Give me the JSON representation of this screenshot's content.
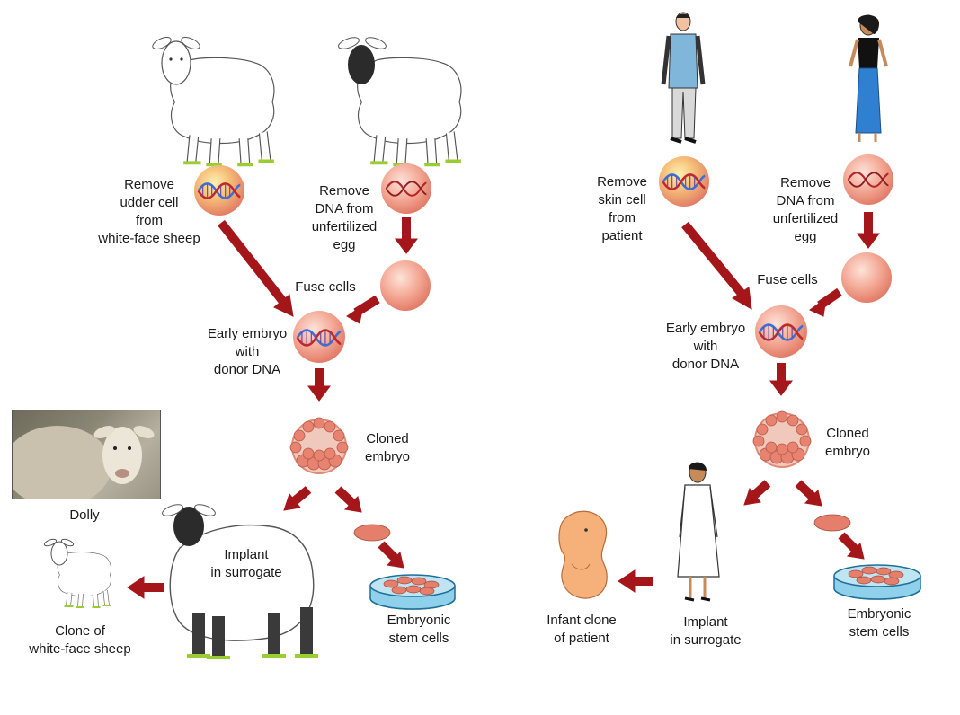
{
  "colors": {
    "arrow": "#a4161a",
    "cell_fill": "#f2a38e",
    "cell_dark": "#e57f6b",
    "dna_blue": "#3d6fd6",
    "dna_red": "#c0282c",
    "grass": "#9acd32"
  },
  "icons": [
    "dna-icon",
    "arrow-icon",
    "sheep-icon",
    "person-icon",
    "petri-dish-icon"
  ],
  "sheep_side": {
    "remove_udder_cell": "Remove\nudder cell\nfrom\nwhite-face sheep",
    "remove_dna": "Remove\nDNA from\nunfertilized\negg",
    "fuse_cells": "Fuse cells",
    "early_embryo": "Early embryo\nwith\ndonor DNA",
    "cloned_embryo": "Cloned\nembryo",
    "dolly": "Dolly",
    "implant": "Implant\nin surrogate",
    "embryonic_stem_cells": "Embryonic\nstem cells",
    "clone_of_sheep": "Clone of\nwhite-face sheep"
  },
  "human_side": {
    "remove_skin_cell": "Remove\nskin cell\nfrom\npatient",
    "remove_dna": "Remove\nDNA from\nunfertilized\negg",
    "fuse_cells": "Fuse cells",
    "early_embryo": "Early embryo\nwith\ndonor DNA",
    "cloned_embryo": "Cloned\nembryo",
    "infant_clone": "Infant clone\nof patient",
    "implant": "Implant\nin surrogate",
    "embryonic_stem_cells": "Embryonic\nstem cells"
  }
}
